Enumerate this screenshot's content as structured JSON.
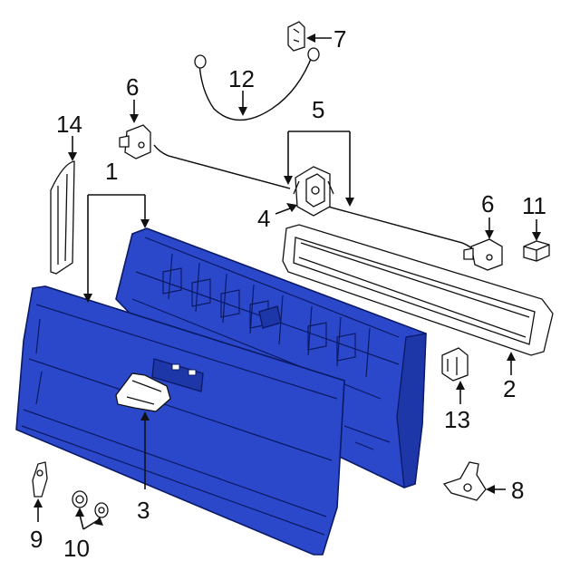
{
  "diagram": {
    "callouts": [
      {
        "id": "1",
        "text": "1"
      },
      {
        "id": "2",
        "text": "2"
      },
      {
        "id": "3",
        "text": "3"
      },
      {
        "id": "4",
        "text": "4"
      },
      {
        "id": "5",
        "text": "5"
      },
      {
        "id": "6a",
        "text": "6"
      },
      {
        "id": "6b",
        "text": "6"
      },
      {
        "id": "7",
        "text": "7"
      },
      {
        "id": "8",
        "text": "8"
      },
      {
        "id": "9",
        "text": "9"
      },
      {
        "id": "10",
        "text": "10"
      },
      {
        "id": "11",
        "text": "11"
      },
      {
        "id": "12",
        "text": "12"
      },
      {
        "id": "13",
        "text": "13"
      },
      {
        "id": "14",
        "text": "14"
      }
    ],
    "colors": {
      "tailgate": "#2a48c9",
      "outline": "#0b1a66",
      "ink": "#111111"
    }
  }
}
